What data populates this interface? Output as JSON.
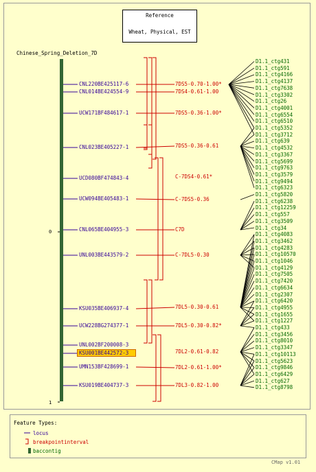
{
  "reference": {
    "line1": "Reference",
    "line2": "Wheat, Physical, EST"
  },
  "map_title": "Chinese_Spring_Deletion_7D",
  "ticks": {
    "top": "0",
    "bottom": "1"
  },
  "loci": [
    "CNL220BE425117-6",
    "CNL014BE424554-9",
    "UCW171BF484617-1",
    "CNL023BE405227-1",
    "UCD080BF474843-4",
    "UCW094BE405483-1",
    "CNL065BE404955-3",
    "UNL003BE443579-2",
    "KSU035BE406937-4",
    "UCW228BG274377-1",
    "UNL002BF200008-3",
    "KSU001BE442572-3",
    "UMN153BF428699-1",
    "KSU019BE404737-3"
  ],
  "highlighted_locus": "KSU001BE442572-3",
  "bins": [
    "7DS5-0.70-1.00*",
    "7DS4-0.61-1.00",
    "7DS5-0.36-1.00*",
    "7DS5-0.36-0.61",
    "C-7DS4-0.61*",
    "C-7DS5-0.36",
    "C7D",
    "C-7DL5-0.30",
    "7DL5-0.30-0.61",
    "7DL5-0.30-0.82*",
    "7DL2-0.61-0.82",
    "7DL2-0.61-1.00*",
    "7DL3-0.82-1.00"
  ],
  "contigs": [
    "D1.1_ctg431",
    "D1.1_ctg591",
    "D1.1_ctg4166",
    "D1.1_ctg4137",
    "D1.1_ctg7638",
    "D1.1_ctg3302",
    "D1.1_ctg26",
    "D1.1_ctg4001",
    "D1.1_ctg6554",
    "D1.1_ctg6510",
    "D1.1_ctg5352",
    "D1.1_ctg3712",
    "D1.1_ctg639",
    "D1.1_ctg4532",
    "D1.1_ctg3367",
    "D1.1_ctg5699",
    "D1.1_ctg9763",
    "D1.1_ctg3579",
    "D1.1_ctg9494",
    "D1.1_ctg6323",
    "D1.1_ctg5820",
    "D1.1_ctg6238",
    "D1.1_ctg12259",
    "D1.1_ctg557",
    "D1.1_ctg3509",
    "D1.1_ctg34",
    "D1.1_ctg4083",
    "D1.1_ctg3462",
    "D1.1_ctg4283",
    "D1.1_ctg10570",
    "D1.1_ctg1046",
    "D1.1_ctg4129",
    "D1.1_ctg7505",
    "D1.1_ctg7420",
    "D1.1_ctg6634",
    "D1.1_ctg2307",
    "D1.1_ctg6420",
    "D1.1_ctg4955",
    "D1.1_ctg1655",
    "D1.1_ctg1227",
    "D1.1_ctg433",
    "D1.1_ctg3456",
    "D1.1_ctg8010",
    "D1.1_ctg3347",
    "D1.1_ctg10113",
    "D1.1_ctg5623",
    "D1.1_ctg9846",
    "D1.1_ctg6429",
    "D1.1_ctg627",
    "D1.1_ctg8798"
  ],
  "legend": {
    "title": "Feature Types:",
    "items": [
      "locus",
      "breakpointinterval",
      "baccontig"
    ]
  },
  "footer": "CMap v1.01",
  "colors": {
    "locus": "#330099",
    "breakpoint": "#cc0000",
    "contig": "#006600",
    "bar": "#336633"
  }
}
